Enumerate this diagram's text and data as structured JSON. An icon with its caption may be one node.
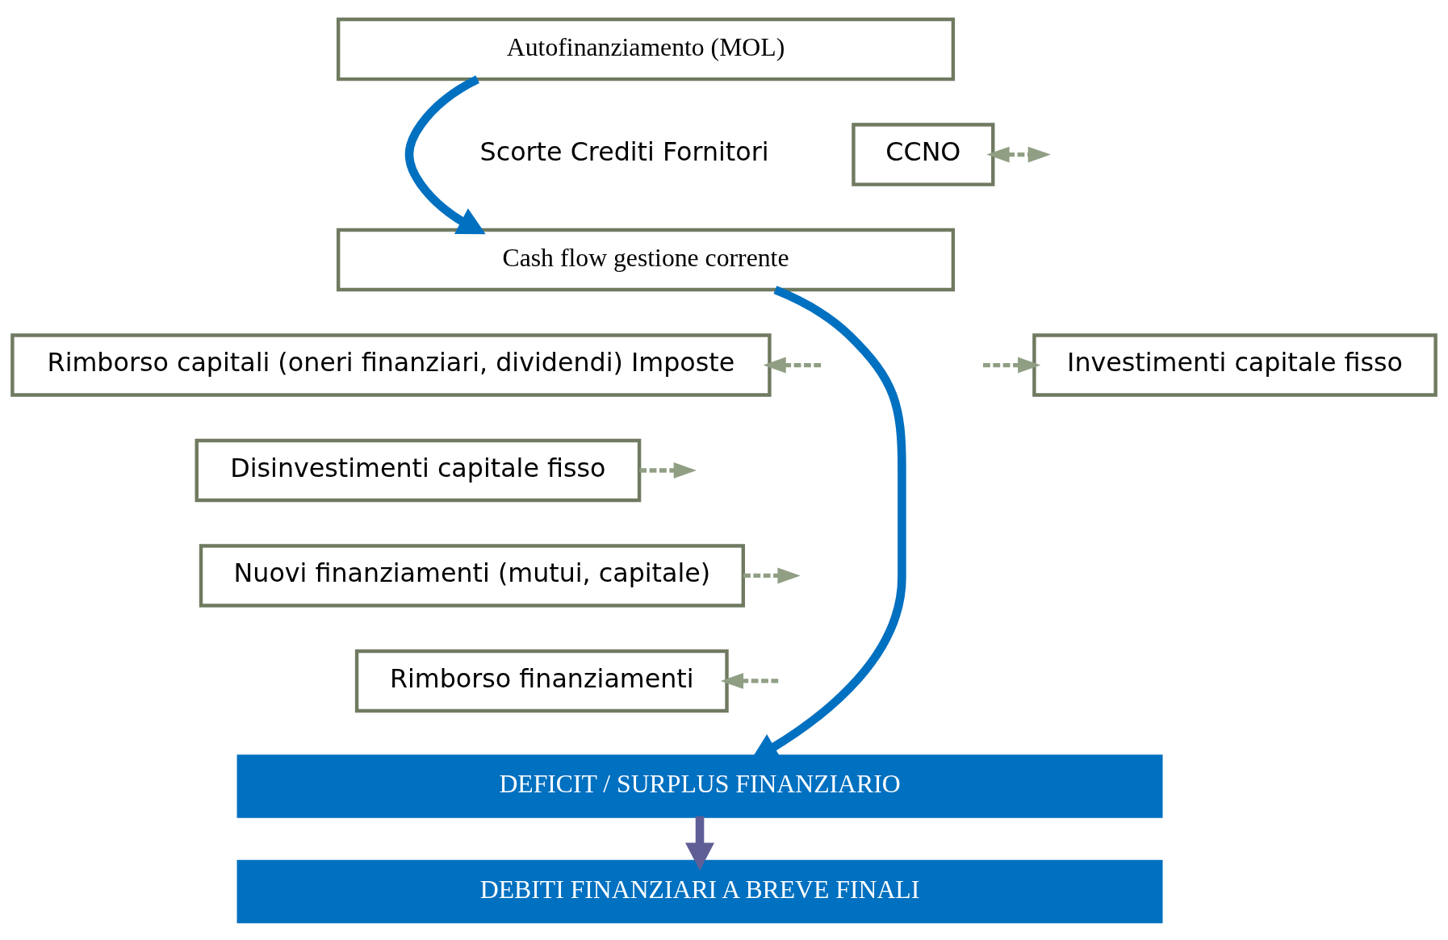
{
  "diagram": {
    "nodes": [
      {
        "text": [
          "Autofinanziamento (MOL)"
        ]
      },
      {
        "text": [
          "CCNO"
        ],
        "beside": [
          "Scorte Crediti Fornitori"
        ]
      },
      {
        "text": [
          "Cash flow gestione corrente"
        ]
      },
      {
        "text": [
          "Rimborso capitali (oneri finanziari, dividendi) Imposte"
        ]
      },
      {
        "text": [
          "Investimenti capitale fisso"
        ]
      },
      {
        "text": [
          "Disinvestimenti capitale fisso"
        ]
      },
      {
        "text": [
          "Nuovi finanziamenti (mutui, capitale)"
        ]
      },
      {
        "text": [
          "Rimborso finanziamenti"
        ]
      },
      {
        "text": [
          "DEFICIT / SURPLUS FINANZIARIO"
        ]
      },
      {
        "text": [
          "DEBITI FINANZIARI A BREVE FINALI"
        ]
      }
    ],
    "edges": [
      {
        "from": 0,
        "to": 2,
        "arrow": "to",
        "style": "thick",
        "color": "#0070c0"
      },
      {
        "from": 1,
        "to": null,
        "arrow": "both",
        "style": "dashed"
      },
      {
        "from": null,
        "to": 3,
        "arrow": "to",
        "style": "dashed"
      },
      {
        "from": null,
        "to": 4,
        "arrow": "to",
        "style": "dashed"
      },
      {
        "from": 5,
        "to": null,
        "arrow": "to",
        "style": "dashed"
      },
      {
        "from": 6,
        "to": null,
        "arrow": "to",
        "style": "dashed"
      },
      {
        "from": null,
        "to": 7,
        "arrow": "to",
        "style": "dashed"
      },
      {
        "from": 2,
        "to": 8,
        "arrow": "to",
        "style": "thick",
        "color": "#0070c0"
      },
      {
        "from": 8,
        "to": 9,
        "arrow": "to",
        "style": "thick",
        "color": "#5f5f96"
      }
    ]
  }
}
